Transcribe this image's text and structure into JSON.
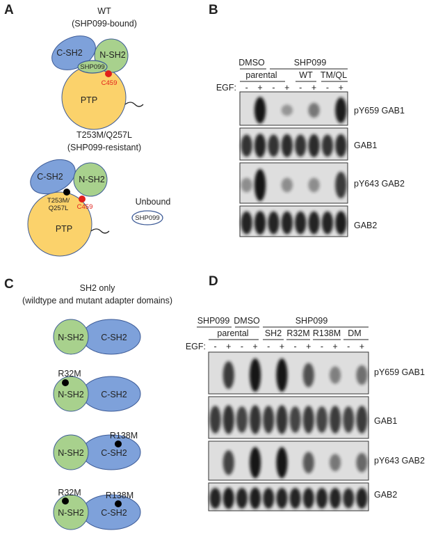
{
  "figure": {
    "colors": {
      "csh2": "#7ea1da",
      "nsh2": "#a8d18d",
      "ptp": "#fbd26b",
      "outline": "#3c5a96",
      "mutation_red": "#e0201b",
      "mutation_black": "#000000",
      "band_dark": "#141414",
      "blot_bg": "#dedede"
    },
    "panels": {
      "a": {
        "letter": "A",
        "wt_title": "WT",
        "wt_subtitle": "(SHP099-bound)",
        "mut_title": "T253M/Q257L",
        "mut_subtitle": "(SHP099-resistant)",
        "csh2": "C-SH2",
        "nsh2": "N-SH2",
        "drug": "SHP099",
        "ptp": "PTP",
        "c459": "C459",
        "mut_label_1": "T253M/",
        "mut_label_2": "Q257L",
        "unbound": "Unbound",
        "unbound_drug": "SHP099"
      },
      "b": {
        "letter": "B",
        "dmso": "DMSO",
        "shp099": "SHP099",
        "parental": "parental",
        "wt": "WT",
        "tmql": "TM/QL",
        "egf": "EGF:",
        "egf_signs": [
          "-",
          "+",
          "-",
          "+",
          "-",
          "+",
          "-",
          "+"
        ],
        "blots": [
          "pY659 GAB1",
          "GAB1",
          "pY643 GAB2",
          "GAB2"
        ]
      },
      "c": {
        "letter": "C",
        "title": "SH2 only",
        "subtitle": "(wildtype and mutant adapter domains)",
        "nsh2": "N-SH2",
        "csh2": "C-SH2",
        "r32m": "R32M",
        "r138m": "R138M"
      },
      "d": {
        "letter": "D",
        "shp099_left": "SHP099",
        "dmso": "DMSO",
        "shp099_right": "SHP099",
        "parental": "parental",
        "constructs": [
          "SH2",
          "R32M",
          "R138M",
          "DM"
        ],
        "egf": "EGF:",
        "egf_signs": [
          "-",
          "+",
          "-",
          "+",
          "-",
          "+",
          "-",
          "+",
          "-",
          "+",
          "-",
          "+"
        ],
        "blots": [
          "pY659 GAB1",
          "GAB1",
          "pY643 GAB2",
          "GAB2"
        ]
      }
    },
    "blot_b": {
      "lanes": 8,
      "strips": [
        {
          "name": "pY659 GAB1",
          "bands": [
            {
              "lane": 2,
              "level": 1.0
            },
            {
              "lane": 4,
              "level": 0.15
            },
            {
              "lane": 6,
              "level": 0.35
            },
            {
              "lane": 8,
              "level": 0.95
            }
          ]
        },
        {
          "name": "GAB1",
          "bands": [
            {
              "lane": 1,
              "level": 0.8
            },
            {
              "lane": 2,
              "level": 0.9
            },
            {
              "lane": 3,
              "level": 0.8
            },
            {
              "lane": 4,
              "level": 0.85
            },
            {
              "lane": 5,
              "level": 0.8
            },
            {
              "lane": 6,
              "level": 0.85
            },
            {
              "lane": 7,
              "level": 0.8
            },
            {
              "lane": 8,
              "level": 0.85
            }
          ]
        },
        {
          "name": "pY643 GAB2",
          "bands": [
            {
              "lane": 1,
              "level": 0.2
            },
            {
              "lane": 2,
              "level": 1.0
            },
            {
              "lane": 4,
              "level": 0.2
            },
            {
              "lane": 6,
              "level": 0.2
            },
            {
              "lane": 8,
              "level": 0.75
            }
          ]
        },
        {
          "name": "GAB2",
          "bands": [
            {
              "lane": 1,
              "level": 0.9
            },
            {
              "lane": 2,
              "level": 0.95
            },
            {
              "lane": 3,
              "level": 0.9
            },
            {
              "lane": 4,
              "level": 0.9
            },
            {
              "lane": 5,
              "level": 0.9
            },
            {
              "lane": 6,
              "level": 0.9
            },
            {
              "lane": 7,
              "level": 0.9
            },
            {
              "lane": 8,
              "level": 0.95
            }
          ]
        }
      ]
    },
    "blot_d": {
      "lanes": 12,
      "strips": [
        {
          "name": "pY659 GAB1",
          "bands": [
            {
              "lane": 2,
              "level": 0.75
            },
            {
              "lane": 4,
              "level": 1.0
            },
            {
              "lane": 6,
              "level": 1.0
            },
            {
              "lane": 8,
              "level": 0.6
            },
            {
              "lane": 10,
              "level": 0.3
            },
            {
              "lane": 12,
              "level": 0.4
            }
          ]
        },
        {
          "name": "GAB1",
          "bands": [
            {
              "lane": 1,
              "level": 0.75
            },
            {
              "lane": 2,
              "level": 0.8
            },
            {
              "lane": 3,
              "level": 0.7
            },
            {
              "lane": 4,
              "level": 0.8
            },
            {
              "lane": 5,
              "level": 0.75
            },
            {
              "lane": 6,
              "level": 0.8
            },
            {
              "lane": 7,
              "level": 0.7
            },
            {
              "lane": 8,
              "level": 0.75
            },
            {
              "lane": 9,
              "level": 0.7
            },
            {
              "lane": 10,
              "level": 0.75
            },
            {
              "lane": 11,
              "level": 0.7
            },
            {
              "lane": 12,
              "level": 0.75
            }
          ]
        },
        {
          "name": "pY643 GAB2",
          "bands": [
            {
              "lane": 2,
              "level": 0.7
            },
            {
              "lane": 4,
              "level": 1.0
            },
            {
              "lane": 6,
              "level": 1.0
            },
            {
              "lane": 8,
              "level": 0.55
            },
            {
              "lane": 10,
              "level": 0.35
            },
            {
              "lane": 12,
              "level": 0.45
            }
          ]
        },
        {
          "name": "GAB2",
          "bands": [
            {
              "lane": 1,
              "level": 0.9
            },
            {
              "lane": 2,
              "level": 0.95
            },
            {
              "lane": 3,
              "level": 0.9
            },
            {
              "lane": 4,
              "level": 0.95
            },
            {
              "lane": 5,
              "level": 0.9
            },
            {
              "lane": 6,
              "level": 0.9
            },
            {
              "lane": 7,
              "level": 0.9
            },
            {
              "lane": 8,
              "level": 0.9
            },
            {
              "lane": 9,
              "level": 0.9
            },
            {
              "lane": 10,
              "level": 0.9
            },
            {
              "lane": 11,
              "level": 0.85
            },
            {
              "lane": 12,
              "level": 0.9
            }
          ]
        }
      ]
    }
  }
}
